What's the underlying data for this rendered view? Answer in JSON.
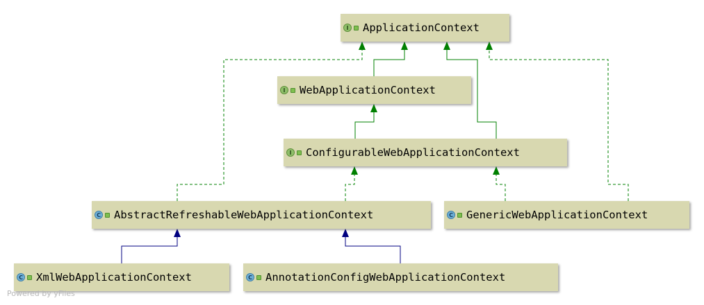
{
  "colors": {
    "node_fill": "#d8d8b0",
    "implements_edge": "#008000",
    "extends_edge": "#000080",
    "interface_icon": "#8fbf6a",
    "class_icon": "#6fb0d8"
  },
  "nodes": {
    "application_context": {
      "label": "ApplicationContext",
      "kind": "interface",
      "icon": "interface-icon"
    },
    "web_application_context": {
      "label": "WebApplicationContext",
      "kind": "interface",
      "icon": "interface-icon"
    },
    "configurable_web_application_context": {
      "label": "ConfigurableWebApplicationContext",
      "kind": "interface",
      "icon": "interface-icon"
    },
    "abstract_refreshable_web_application_context": {
      "label": "AbstractRefreshableWebApplicationContext",
      "kind": "class",
      "icon": "class-icon"
    },
    "generic_web_application_context": {
      "label": "GenericWebApplicationContext",
      "kind": "class",
      "icon": "class-icon"
    },
    "xml_web_application_context": {
      "label": "XmlWebApplicationContext",
      "kind": "class",
      "icon": "class-icon"
    },
    "annotation_config_web_application_context": {
      "label": "AnnotationConfigWebApplicationContext",
      "kind": "class",
      "icon": "class-icon"
    }
  },
  "edges": [
    {
      "from": "web_application_context",
      "to": "application_context",
      "type": "extends-interface"
    },
    {
      "from": "configurable_web_application_context",
      "to": "web_application_context",
      "type": "extends-interface"
    },
    {
      "from": "configurable_web_application_context",
      "to": "application_context",
      "type": "extends-interface"
    },
    {
      "from": "abstract_refreshable_web_application_context",
      "to": "application_context",
      "type": "implements"
    },
    {
      "from": "abstract_refreshable_web_application_context",
      "to": "configurable_web_application_context",
      "type": "implements"
    },
    {
      "from": "generic_web_application_context",
      "to": "configurable_web_application_context",
      "type": "implements"
    },
    {
      "from": "generic_web_application_context",
      "to": "application_context",
      "type": "implements"
    },
    {
      "from": "xml_web_application_context",
      "to": "abstract_refreshable_web_application_context",
      "type": "extends-class"
    },
    {
      "from": "annotation_config_web_application_context",
      "to": "abstract_refreshable_web_application_context",
      "type": "extends-class"
    }
  ],
  "watermark": "Powered by yFiles"
}
